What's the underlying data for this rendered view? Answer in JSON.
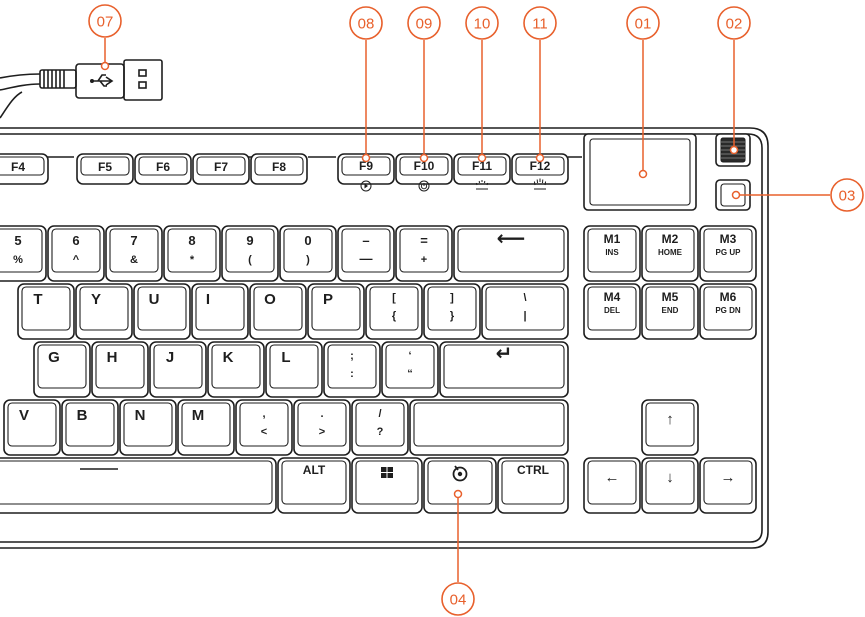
{
  "callouts": {
    "c01": "01",
    "c02": "02",
    "c03": "03",
    "c04": "04",
    "c07": "07",
    "c08": "08",
    "c09": "09",
    "c10": "10",
    "c11": "11"
  },
  "colors": {
    "accent": "#e8602c",
    "outline": "#1e1e1e",
    "background": "#ffffff"
  },
  "keys": {
    "f4": "F4",
    "f5": "F5",
    "f6": "F6",
    "f7": "F7",
    "f8": "F8",
    "f9": "F9",
    "f10": "F10",
    "f11": "F11",
    "f12": "F12",
    "n5_top": "5",
    "n5_bot": "%",
    "n6_top": "6",
    "n6_bot": "^",
    "n7_top": "7",
    "n7_bot": "&",
    "n8_top": "8",
    "n8_bot": "*",
    "n9_top": "9",
    "n9_bot": "(",
    "n0_top": "0",
    "n0_bot": ")",
    "minus_top": "–",
    "minus_bot": "—",
    "equal_top": "=",
    "equal_bot": "+",
    "backspace": "⟵",
    "t": "T",
    "y": "Y",
    "u": "U",
    "i": "I",
    "o": "O",
    "p": "P",
    "lbr_top": "[",
    "lbr_bot": "{",
    "rbr_top": "]",
    "rbr_bot": "}",
    "bslash_top": "\\",
    "bslash_bot": "|",
    "g": "G",
    "h": "H",
    "j": "J",
    "k": "K",
    "l": "L",
    "semi_top": ";",
    "semi_bot": ":",
    "quote_top": "‘",
    "quote_bot": "“",
    "enter": "↵",
    "v": "V",
    "b": "B",
    "n": "N",
    "m": "M",
    "comma_top": ",",
    "comma_bot": "<",
    "period_top": ".",
    "period_bot": ">",
    "slash_top": "/",
    "slash_bot": "?",
    "alt": "ALT",
    "ctrl": "CTRL",
    "m1": "M1",
    "ins": "INS",
    "m2": "M2",
    "home": "HOME",
    "m3": "M3",
    "pgup": "PG UP",
    "m4": "M4",
    "del": "DEL",
    "m5": "M5",
    "end": "END",
    "m6": "M6",
    "pgdn": "PG DN",
    "up": "↑",
    "down": "↓",
    "left": "←",
    "right": "→"
  },
  "icons": {
    "usb": "usb-icon",
    "windows": "windows-logo-icon",
    "steelseries": "steelseries-logo-icon",
    "play_pause": "play-pause-icon",
    "power": "power-icon",
    "brightness_down": "brightness-down-icon",
    "brightness_up": "brightness-up-icon"
  }
}
